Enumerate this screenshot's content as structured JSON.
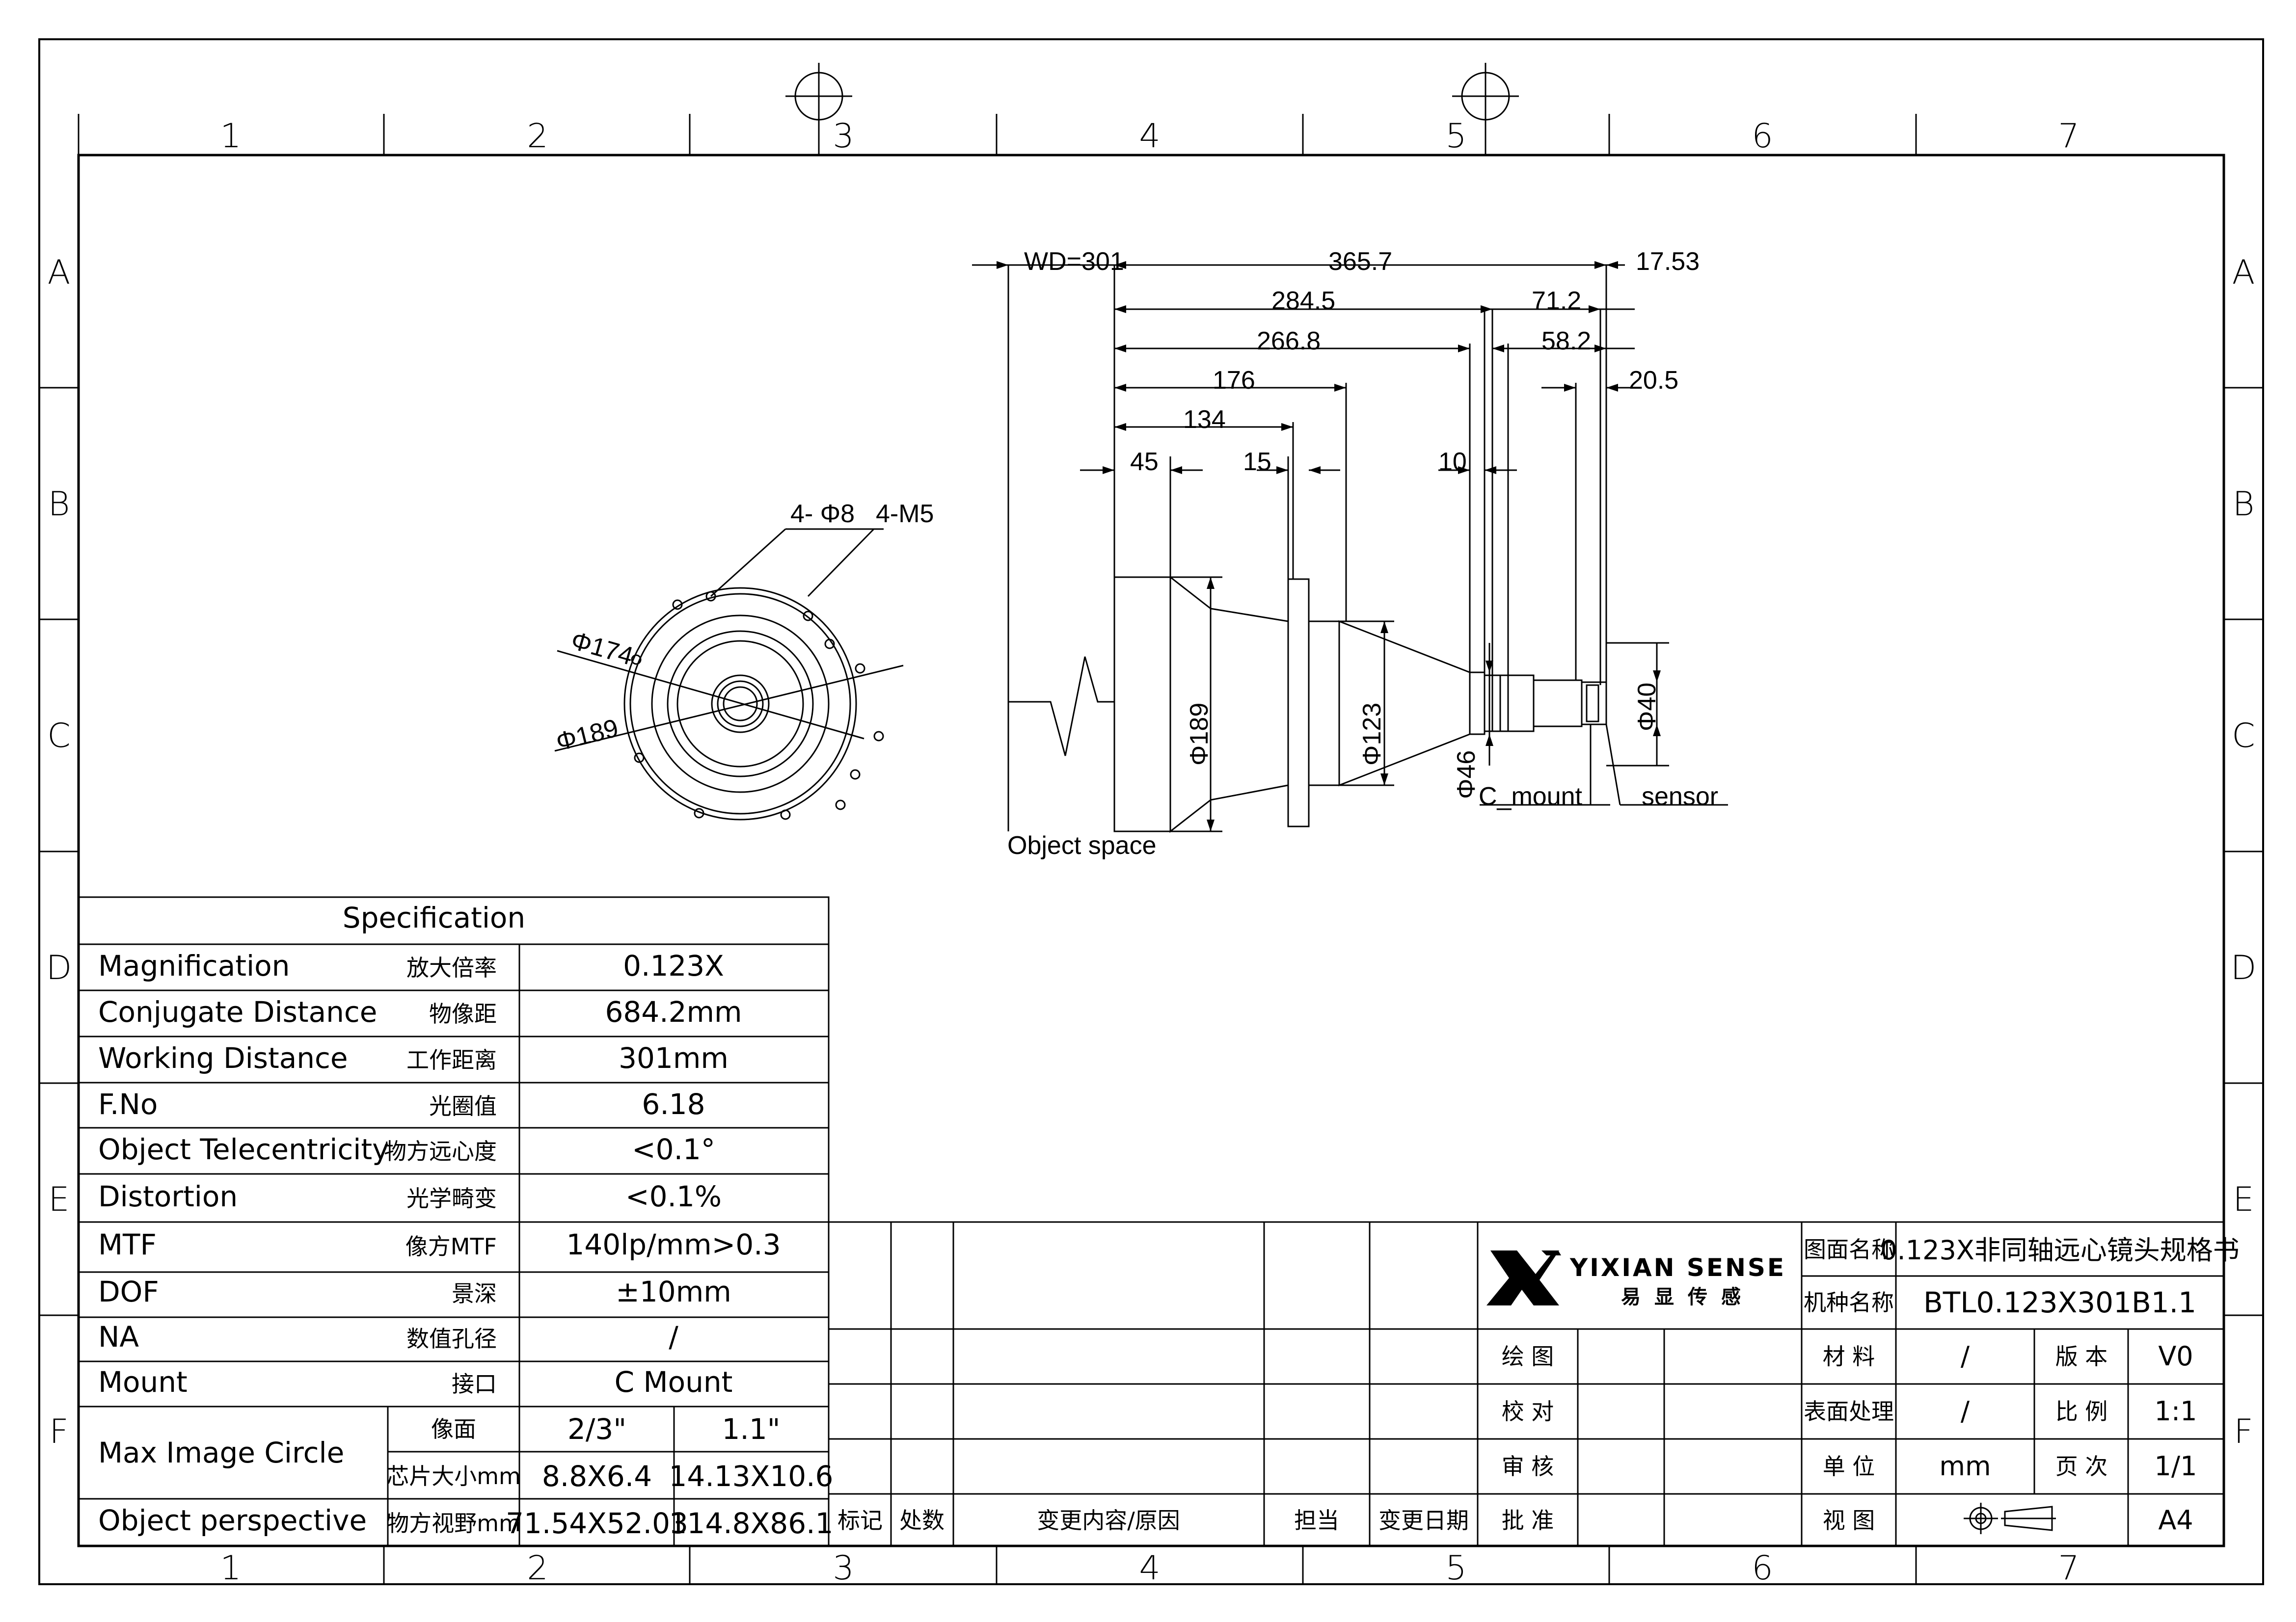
{
  "frame": {
    "columns": [
      "1",
      "2",
      "3",
      "4",
      "5",
      "6",
      "7"
    ],
    "rows": [
      "A",
      "B",
      "C",
      "D",
      "E",
      "F"
    ]
  },
  "front_view": {
    "hole_callout": "4- Φ8",
    "thread_callout": "4-M5",
    "inner_diameter": "Φ174",
    "outer_diameter": "Φ189"
  },
  "side_view": {
    "working_distance": "WD=301",
    "total_length": "365.7",
    "d_17_53": "17.53",
    "d_284_5": "284.5",
    "d_71_2": "71.2",
    "d_266_8": "266.8",
    "d_58_2": "58.2",
    "d_176": "176",
    "d_20_5": "20.5",
    "d_134": "134",
    "d_45": "45",
    "d_15": "15",
    "d_10": "10",
    "dia_189": "Φ189",
    "dia_123": "Φ123",
    "dia_46": "Φ46",
    "dia_40": "Φ40",
    "label_c_mount": "C_mount",
    "label_sensor": "sensor",
    "label_object_space": "Object space"
  },
  "spec_table": {
    "title": "Specification",
    "rows": [
      {
        "en": "Magnification",
        "cn": "放大倍率",
        "value": "0.123X"
      },
      {
        "en": "Conjugate Distance",
        "cn": "物像距",
        "value": "684.2mm"
      },
      {
        "en": "Working Distance",
        "cn": "工作距离",
        "value": "301mm"
      },
      {
        "en": "F.No",
        "cn": "光圈值",
        "value": "6.18"
      },
      {
        "en": "Object Telecentricity",
        "cn": "物方远心度",
        "value": "<0.1°"
      },
      {
        "en": "Distortion",
        "cn": "光学畸变",
        "value": "<0.1%"
      },
      {
        "en": "MTF",
        "cn": "像方MTF",
        "value": "140lp/mm>0.3"
      },
      {
        "en": "DOF",
        "cn": "景深",
        "value": "±10mm"
      },
      {
        "en": "NA",
        "cn": "数值孔径",
        "value": "/"
      },
      {
        "en": "Mount",
        "cn": "接口",
        "value": "C Mount"
      }
    ],
    "max_image_circle": {
      "en": "Max Image Circle",
      "row1_cn": "像面",
      "row1_a": "2/3\"",
      "row1_b": "1.1\"",
      "row2_cn": "芯片大小mm",
      "row2_a": "8.8X6.4",
      "row2_b": "14.13X10.6"
    },
    "object_perspective": {
      "en": "Object perspective",
      "cn": "物方视野mm",
      "a": "71.54X52.03",
      "b": "114.8X86.1"
    }
  },
  "revision_block": {
    "headers": [
      "标记",
      "处数",
      "变更内容/原因",
      "担当",
      "变更日期"
    ]
  },
  "title_block": {
    "logo_en": "YIXIAN SENSE",
    "logo_cn": [
      "易",
      "显",
      "传",
      "感"
    ],
    "drawing_name_label": "图面名称",
    "drawing_name": "0.123X非同轴远心镜头规格书",
    "model_label": "机种名称",
    "model": "BTL0.123X301B1.1",
    "signoff": [
      "绘 图",
      "校 对",
      "审 核",
      "批 准"
    ],
    "material_label": "材 料",
    "material": "/",
    "version_label": "版 本",
    "version": "V0",
    "surface_label": "表面处理",
    "surface": "/",
    "scale_label": "比 例",
    "scale": "1:1",
    "unit_label": "单 位",
    "unit": "mm",
    "page_label": "页 次",
    "page": "1/1",
    "view_label": "视 图",
    "size": "A4"
  }
}
